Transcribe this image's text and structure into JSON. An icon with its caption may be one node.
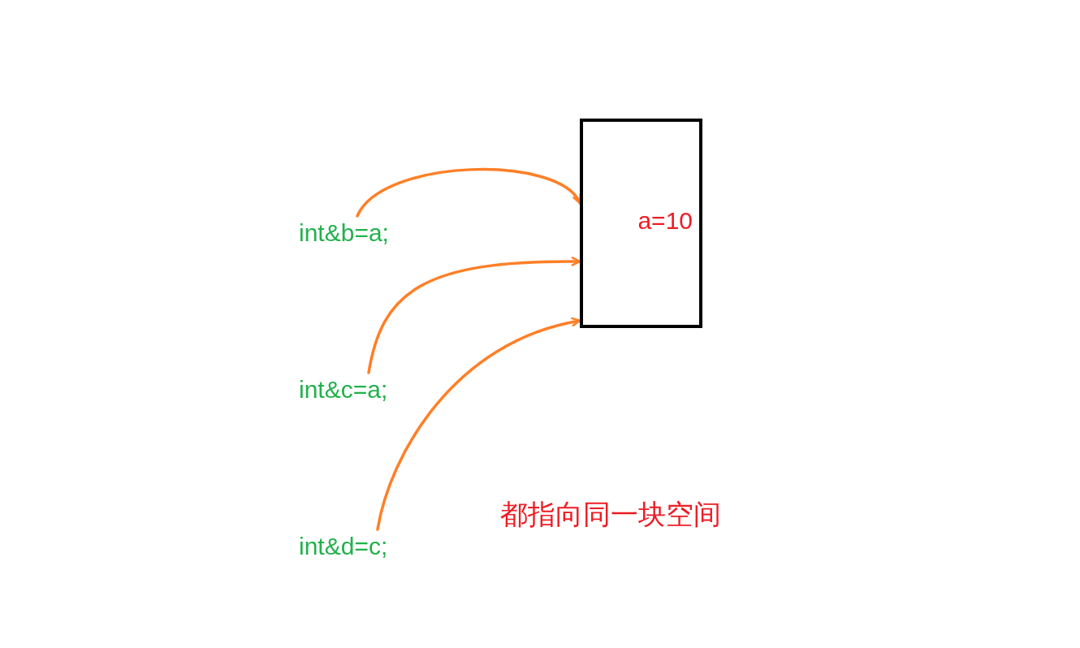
{
  "diagram": {
    "nodes": [
      {
        "text": [
          "a=10"
        ]
      },
      {
        "text": [
          "int&b=a;"
        ]
      },
      {
        "text": [
          "int&c=a;"
        ]
      },
      {
        "text": [
          "int&d=c;"
        ]
      }
    ],
    "edges": [
      {
        "from": 1,
        "to": 0,
        "arrow": "to"
      },
      {
        "from": 2,
        "to": 0,
        "arrow": "to"
      },
      {
        "from": 3,
        "to": 0,
        "arrow": "to"
      }
    ],
    "labels": [
      "都指向同一块空间"
    ]
  }
}
